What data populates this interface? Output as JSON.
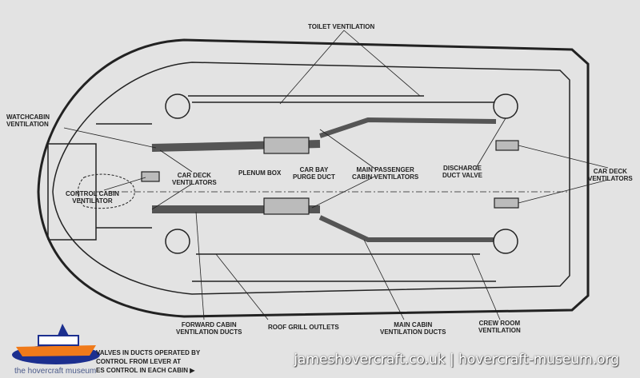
{
  "labels": {
    "toilet_ventilation": "TOILET VENTILATION",
    "watchcabin": [
      "WATCHCABIN",
      "VENTILATION"
    ],
    "car_deck_left": [
      "CAR DECK",
      "VENTILATORS"
    ],
    "plenum_box": "PLENUM BOX",
    "car_bay": [
      "CAR BAY",
      "PURGE DUCT"
    ],
    "main_passenger": [
      "MAIN PASSENGER",
      "CABIN VENTILATORS"
    ],
    "discharge": [
      "DISCHARGE",
      "DUCT VALVE"
    ],
    "car_deck_right": [
      "CAR DECK",
      "VENTILATORS"
    ],
    "control_cabin": [
      "CONTROL CABIN",
      "VENTILATOR"
    ],
    "forward_cabin": [
      "FORWARD CABIN",
      "VENTILATION DUCTS"
    ],
    "roof_grill": "ROOF GRILL OUTLETS",
    "main_cabin": [
      "MAIN CABIN",
      "VENTILATION DUCTS"
    ],
    "crew_room": [
      "CREW ROOM",
      "VENTILATION"
    ]
  },
  "note": [
    "VALVES IN DUCTS OPERATED BY",
    "CONTROL FROM LEVER AT",
    "ES CONTROL IN EACH CABIN ▶"
  ],
  "watermark": "jameshovercraft.co.uk | hovercraft-museum.org",
  "logo_text": "the hovercraft museum",
  "colors": {
    "background": "#e3e3e3",
    "logo_orange": "#f07a1a",
    "logo_blue": "#1c2f8f"
  }
}
